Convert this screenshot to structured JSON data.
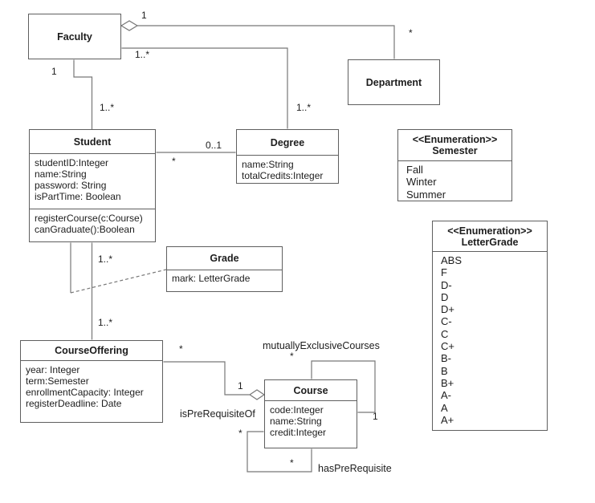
{
  "classes": {
    "faculty": {
      "title": "Faculty"
    },
    "department": {
      "title": "Department"
    },
    "student": {
      "title": "Student",
      "attrs": [
        "studentID:Integer",
        "name:String",
        "password: String",
        "isPartTime: Boolean"
      ],
      "ops": [
        "registerCourse(c:Course)",
        "canGraduate():Boolean"
      ]
    },
    "degree": {
      "title": "Degree",
      "attrs": [
        "name:String",
        "totalCredits:Integer"
      ]
    },
    "semester": {
      "stereotype": "<<Enumeration>>",
      "title": "Semester",
      "values": [
        "Fall",
        "Winter",
        "Summer"
      ]
    },
    "letterGrade": {
      "stereotype": "<<Enumeration>>",
      "title": "LetterGrade",
      "values": [
        "ABS",
        "F",
        "D-",
        "D",
        "D+",
        "C-",
        "C",
        "C+",
        "B-",
        "B",
        "B+",
        "A-",
        "A",
        "A+"
      ]
    },
    "grade": {
      "title": "Grade",
      "attrs": [
        "mark: LetterGrade"
      ]
    },
    "courseOffering": {
      "title": "CourseOffering",
      "attrs": [
        "year: Integer",
        "term:Semester",
        "enrollmentCapacity: Integer",
        "registerDeadline: Date"
      ]
    },
    "course": {
      "title": "Course",
      "attrs": [
        "code:Integer",
        "name:String",
        "credit:Integer"
      ]
    }
  },
  "labels": {
    "facultyDeptOne": "1",
    "facultyDeptMany": "*",
    "facultyDegreeMany": "1..*",
    "degreeMany": "1..*",
    "facultyStudentOne": "1",
    "facultyStudentMany": "1..*",
    "studentDegreeMany": "*",
    "studentDegreeOpt": "0..1",
    "studentOfferingManyTop": "1..*",
    "studentOfferingManyBottom": "1..*",
    "offeringMany": "*",
    "courseAggOne": "1",
    "isPreRequisiteOf": "isPreRequisiteOf",
    "preReqManyLeft": "*",
    "preReqManyBottom": "*",
    "hasPreRequisite": "hasPreRequisite",
    "mutuallyExclusiveCourses": "mutuallyExclusiveCourses",
    "mutexMany": "*",
    "mutexOne": "1"
  },
  "colors": {
    "line": "#777777",
    "border": "#5f5f5f",
    "text": "#1d1d1d",
    "background": "#ffffff"
  }
}
